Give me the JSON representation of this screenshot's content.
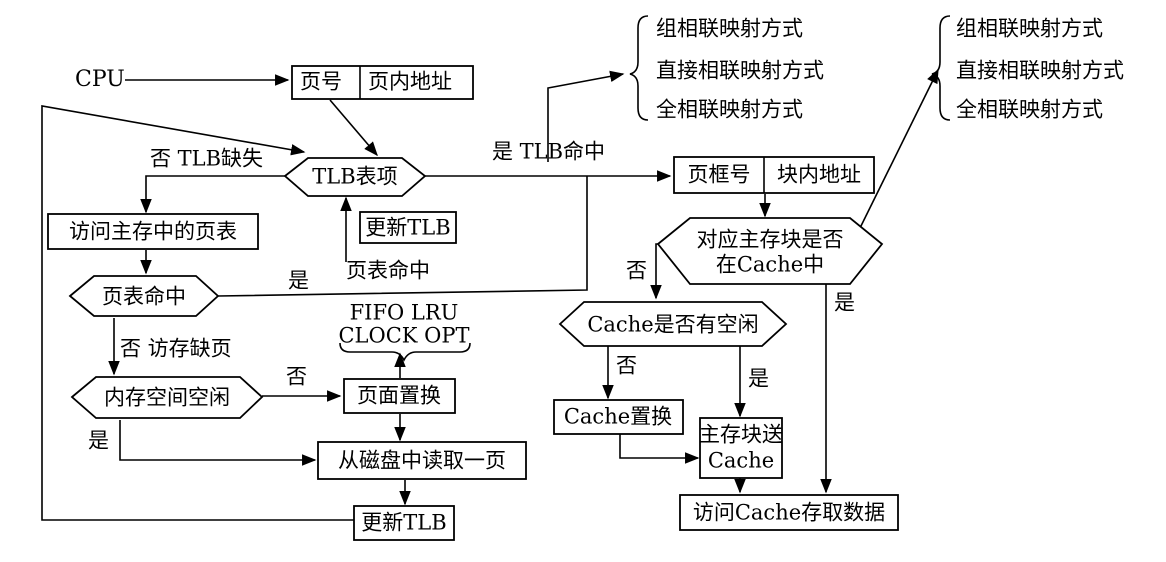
{
  "cpu": "CPU",
  "page_number": "页号",
  "page_offset": "页内地址",
  "tlb_entry": "TLB表项",
  "tlb_miss": "否 TLB缺失",
  "tlb_hit": "是  TLB命中",
  "update_tlb_mid": "更新TLB",
  "page_table_hit_label": "页表命中",
  "yes_label": "是",
  "access_page_table": "访问主存中的页表",
  "page_table_hit_decision": "页表命中",
  "no_page_fault": "否  访存缺页",
  "replacement_algorithms_line1": "FIFO LRU",
  "replacement_algorithms_line2": "CLOCK OPT",
  "memory_space_free": "内存空间空闲",
  "no_label": "否",
  "page_replace": "页面置换",
  "read_page_from_disk": "从磁盘中读取一页",
  "update_tlb_bottom": "更新TLB",
  "frame_number": "页框号",
  "block_offset": "块内地址",
  "block_in_cache_line1": "对应主存块是否",
  "block_in_cache_line2": "在Cache中",
  "cache_has_free": "Cache是否有空闲",
  "cache_replace": "Cache置换",
  "send_block_line1": "主存块送",
  "send_block_line2": "Cache",
  "access_cache": "访问Cache存取数据",
  "mapping_methods_tlb": [
    "组相联映射方式",
    "直接相联映射方式",
    "全相联映射方式"
  ],
  "mapping_methods_cache": [
    "组相联映射方式",
    "直接相联映射方式",
    "全相联映射方式"
  ]
}
